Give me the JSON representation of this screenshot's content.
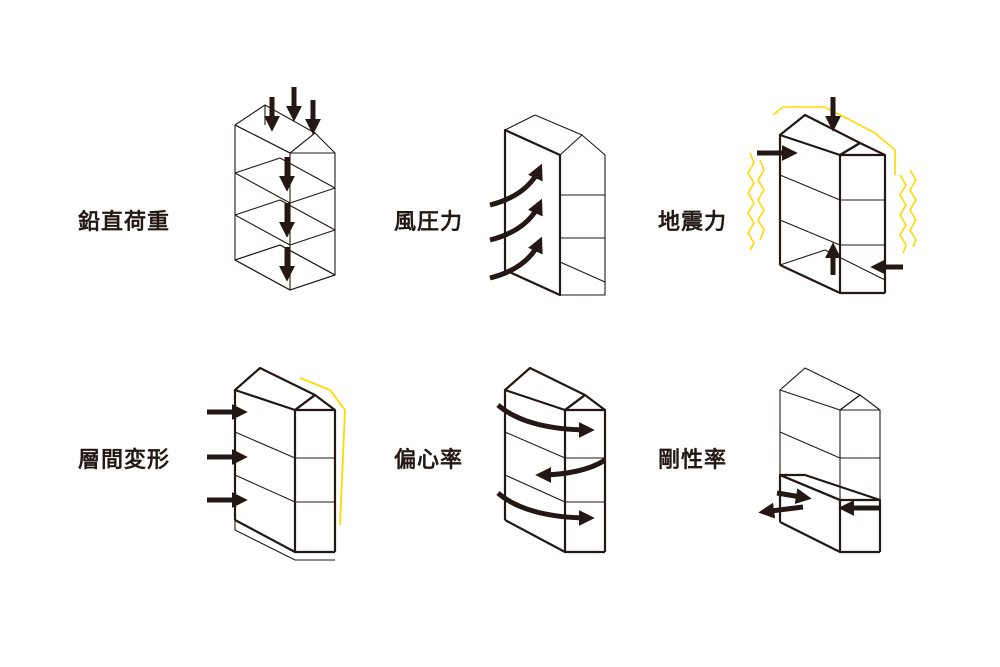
{
  "accent_color": "#ffd900",
  "ink_color": "#231815",
  "items": [
    {
      "label": "鉛直荷重"
    },
    {
      "label": "風圧力"
    },
    {
      "label": "地震力"
    },
    {
      "label": "層間変形"
    },
    {
      "label": "偏心率"
    },
    {
      "label": "剛性率"
    }
  ]
}
